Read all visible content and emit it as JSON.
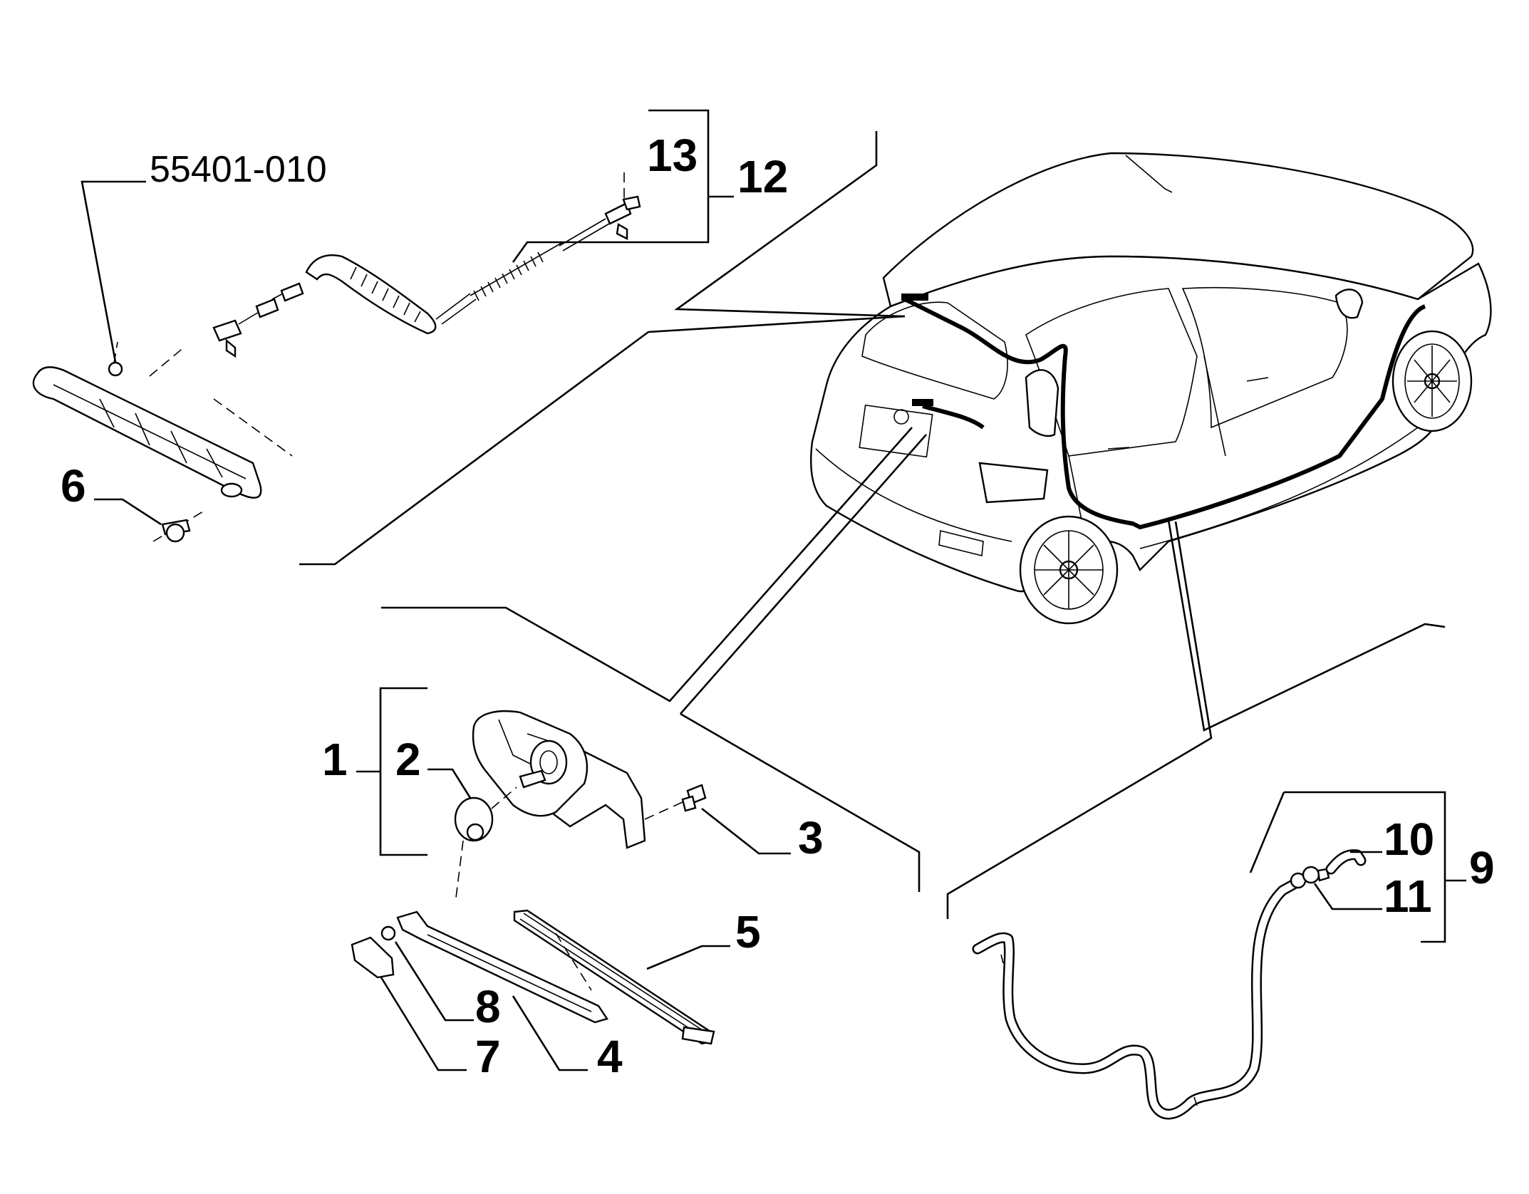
{
  "diagram": {
    "reference_code": "55401-010",
    "callouts": {
      "c1": "1",
      "c2": "2",
      "c3": "3",
      "c4": "4",
      "c5": "5",
      "c6": "6",
      "c7": "7",
      "c8": "8",
      "c9": "9",
      "c10": "10",
      "c11": "11",
      "c12": "12",
      "c13": "13"
    }
  }
}
